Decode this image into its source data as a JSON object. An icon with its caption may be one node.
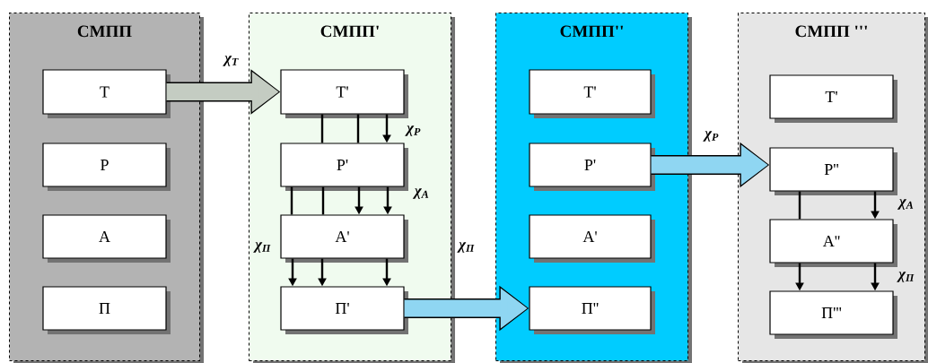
{
  "diagram": {
    "nodes": [
      {
        "text": [
          "СМПП"
        ]
      },
      {
        "text": [
          "Т"
        ],
        "in": 0
      },
      {
        "text": [
          "Р"
        ],
        "in": 0
      },
      {
        "text": [
          "А"
        ],
        "in": 0
      },
      {
        "text": [
          "П"
        ],
        "in": 0
      },
      {
        "text": [
          "СМПП'"
        ]
      },
      {
        "text": [
          "Т'"
        ],
        "in": 5
      },
      {
        "text": [
          "Р'"
        ],
        "in": 5
      },
      {
        "text": [
          "А'"
        ],
        "in": 5
      },
      {
        "text": [
          "П'"
        ],
        "in": 5
      },
      {
        "text": [
          "СМПП''"
        ]
      },
      {
        "text": [
          "Т'"
        ],
        "in": 10
      },
      {
        "text": [
          "Р'"
        ],
        "in": 10
      },
      {
        "text": [
          "А'"
        ],
        "in": 10
      },
      {
        "text": [
          "П''"
        ],
        "in": 10
      },
      {
        "text": [
          "СМПП '''"
        ]
      },
      {
        "text": [
          "Т'"
        ],
        "in": 15
      },
      {
        "text": [
          "Р''"
        ],
        "in": 15
      },
      {
        "text": [
          "А''"
        ],
        "in": 15
      },
      {
        "text": [
          "П'''"
        ],
        "in": 15
      }
    ],
    "edges": [
      {
        "from": 1,
        "to": 6,
        "arrow": "to",
        "label": "χ$_{T}$",
        "style": "thick",
        "color": "#c4ccc2"
      },
      {
        "from": 6,
        "to": 7,
        "arrow": "none"
      },
      {
        "from": 6,
        "to": 7,
        "arrow": "none"
      },
      {
        "from": 6,
        "to": 7,
        "arrow": "to",
        "label": "χ$_{P}$"
      },
      {
        "from": 7,
        "to": 8,
        "arrow": "none"
      },
      {
        "from": 7,
        "to": 8,
        "arrow": "none"
      },
      {
        "from": 7,
        "to": 8,
        "arrow": "to"
      },
      {
        "from": 7,
        "to": 8,
        "arrow": "to",
        "label": "χ$_{A}$"
      },
      {
        "from": 8,
        "to": 9,
        "arrow": "to",
        "label": "χ$_{П}$"
      },
      {
        "from": 8,
        "to": 9,
        "arrow": "to"
      },
      {
        "from": 8,
        "to": 9,
        "arrow": "to"
      },
      {
        "from": 9,
        "to": 14,
        "arrow": "to",
        "label": "χ$_{П}$",
        "style": "thick",
        "color": "#8fd6f2"
      },
      {
        "from": 12,
        "to": 17,
        "arrow": "to",
        "label": "χ$_{P}$",
        "style": "thick",
        "color": "#8fd6f2"
      },
      {
        "from": 17,
        "to": 18,
        "arrow": "none"
      },
      {
        "from": 17,
        "to": 18,
        "arrow": "to",
        "label": "χ$_{A}$"
      },
      {
        "from": 18,
        "to": 19,
        "arrow": "to"
      },
      {
        "from": 18,
        "to": 19,
        "arrow": "to",
        "label": "χ$_{П}$"
      }
    ]
  }
}
